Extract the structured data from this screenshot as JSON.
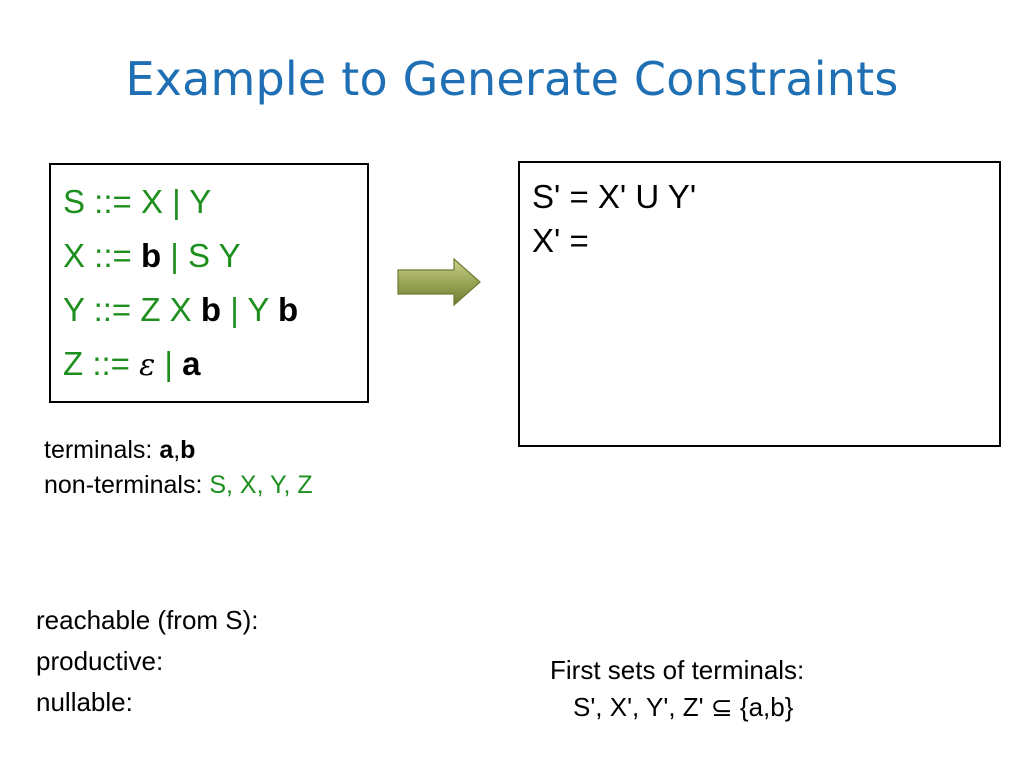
{
  "slide": {
    "title": "Example to Generate Constraints"
  },
  "grammar": [
    {
      "lhs": "S ::= X | Y"
    },
    {
      "lhs": "X ::= ",
      "t1": "b",
      "rest": " | S Y"
    },
    {
      "lhs": "Y ::= Z X ",
      "t1": "b",
      "mid": " | Y ",
      "t2": "b"
    },
    {
      "lhs": "Z ::= ",
      "eps": "ε",
      "mid": " | ",
      "t1": "a"
    }
  ],
  "constraints": {
    "lines": [
      "S' = X' U Y'",
      "X' ="
    ]
  },
  "symbols": {
    "terminals_label": "terminals: ",
    "terminal_a": "a",
    "comma": ",",
    "terminal_b": "b",
    "nonterminals_label": "non-terminals: ",
    "nonterminals_list": "S, X, Y, Z"
  },
  "properties": {
    "reachable": "reachable (from S):",
    "productive": "productive:",
    "nullable": "nullable:"
  },
  "first_sets": {
    "heading": "First sets of terminals:",
    "vars": "S', X', Y', Z' ",
    "subset_symbol": "⊆",
    "set": " {a,b}"
  },
  "colors": {
    "title": "#1f6fb4",
    "nonterminal": "#1e8f1e",
    "arrow_fill": "#8f9a4a"
  },
  "icons": {
    "arrow": "right-arrow-icon"
  }
}
